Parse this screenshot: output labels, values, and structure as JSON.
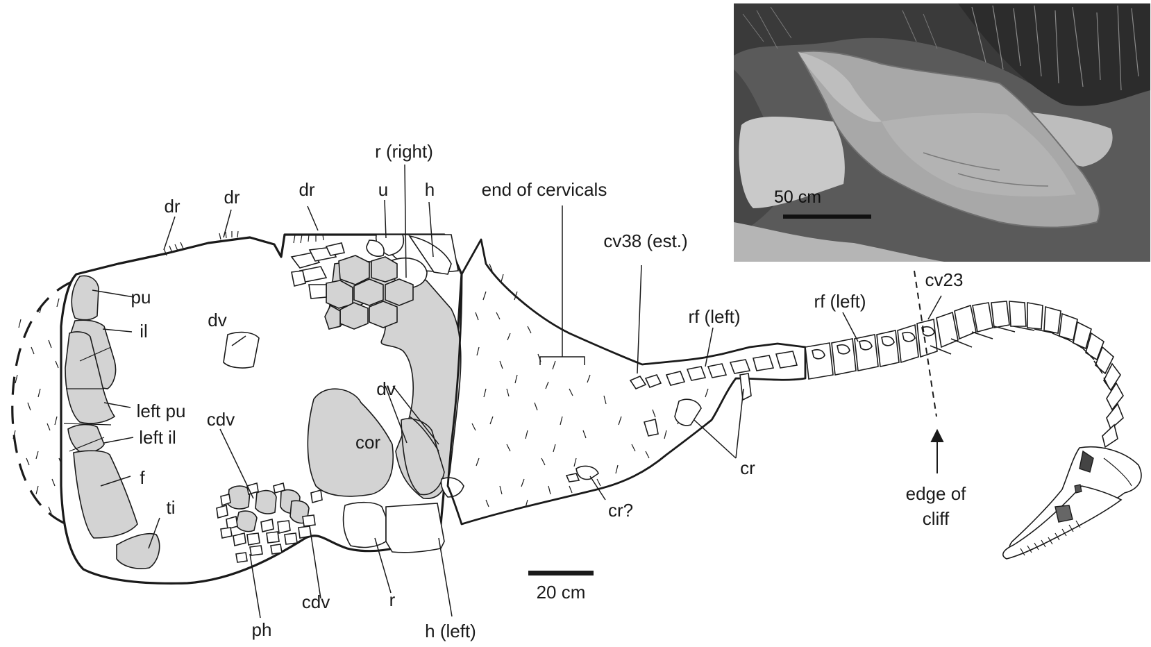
{
  "figure": {
    "labels": {
      "dr1": "dr",
      "dr2": "dr",
      "dr3": "dr",
      "r_right": "r (right)",
      "u": "u",
      "h_top": "h",
      "end_cervicals": "end of cervicals",
      "cv38": "cv38 (est.)",
      "cv23": "cv23",
      "rf_left_1": "rf (left)",
      "rf_left_2": "rf (left)",
      "pu": "pu",
      "il": "il",
      "dv_left": "dv",
      "dv_center": "dv",
      "left_pu": "left pu",
      "left_il": "left il",
      "cdv_top": "cdv",
      "cor": "cor",
      "f": "f",
      "ti": "ti",
      "cr": "cr",
      "cr_q": "cr?",
      "edge_of_cliff_line1": "edge of",
      "edge_of_cliff_line2": "cliff",
      "ph": "ph",
      "cdv_bottom": "cdv",
      "r_bottom": "r",
      "h_left": "h (left)"
    },
    "scale_bar_main": "20 cm",
    "photo_scale_bar": "50 cm",
    "colors": {
      "ink": "#1a1a1a",
      "bone_fill": "#ffffff",
      "highlight_fill": "#d3d3d3",
      "photo_dark": "#3a3a3a",
      "photo_light": "#c9c9c9"
    }
  }
}
